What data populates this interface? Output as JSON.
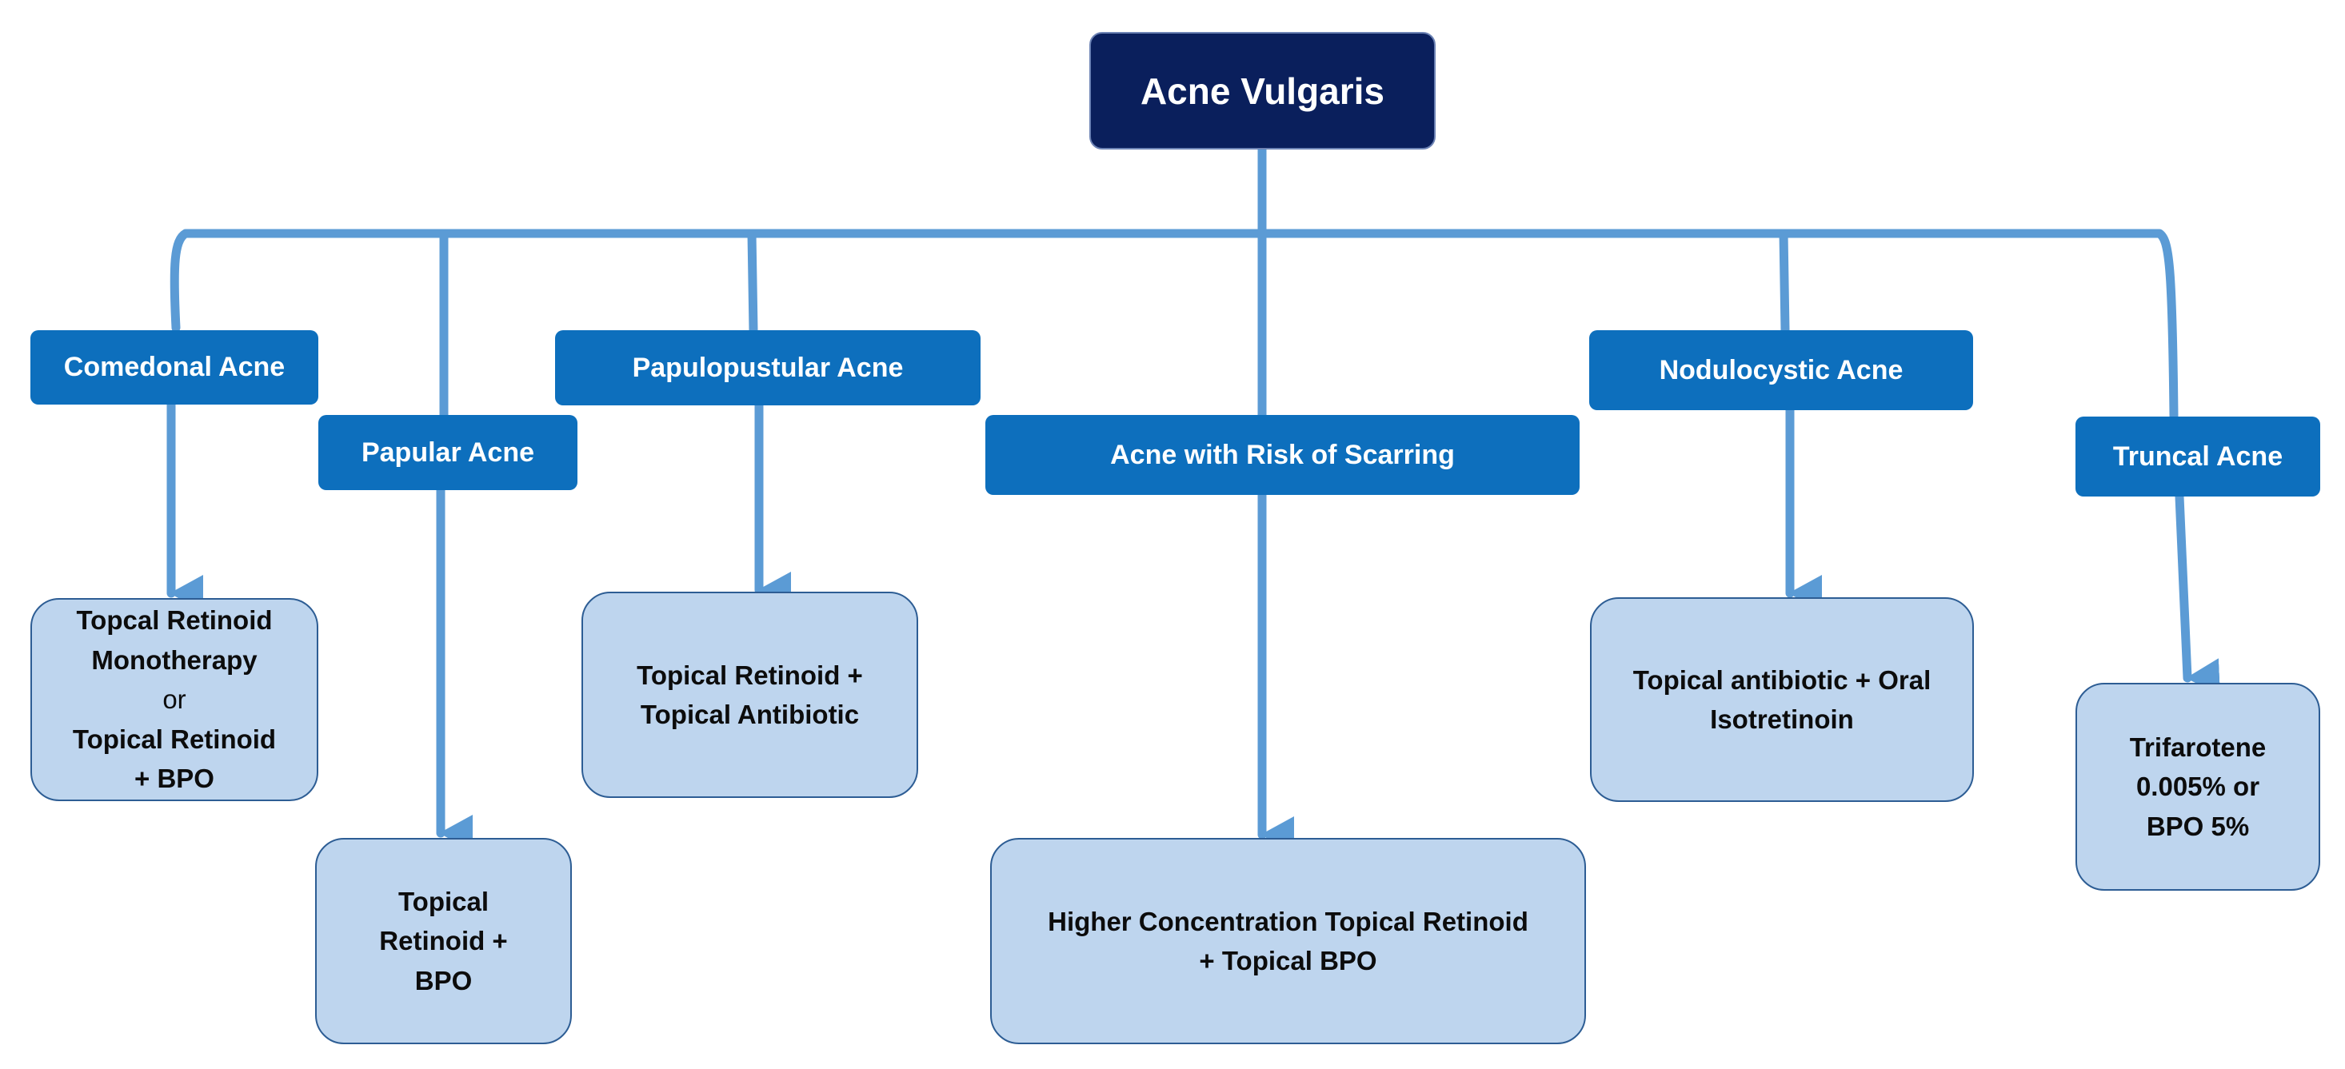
{
  "diagram": {
    "root": "Acne Vulgaris",
    "branches": [
      {
        "category": "Comedonal Acne",
        "treatment": [
          "Topcal Retinoid",
          "Monotherapy",
          "or",
          "Topical Retinoid",
          "+ BPO"
        ]
      },
      {
        "category": "Papular Acne",
        "treatment": [
          "Topical",
          "Retinoid +",
          "BPO"
        ]
      },
      {
        "category": "Papulopustular Acne",
        "treatment": [
          "Topical Retinoid +",
          "Topical Antibiotic"
        ]
      },
      {
        "category": "Acne with Risk of Scarring",
        "treatment": [
          "Higher Concentration Topical Retinoid",
          "+ Topical BPO"
        ]
      },
      {
        "category": "Nodulocystic Acne",
        "treatment": [
          "Topical antibiotic + Oral",
          "Isotretinoin"
        ]
      },
      {
        "category": "Truncal Acne",
        "treatment": [
          "Trifarotene",
          "0.005% or",
          "BPO 5%"
        ]
      }
    ]
  },
  "colors": {
    "root_fill": "#0a1f5c",
    "category_fill": "#0d6fbd",
    "treatment_fill": "#bed5ee",
    "treatment_border": "#2d5d94",
    "connector": "#5b9bd5"
  }
}
